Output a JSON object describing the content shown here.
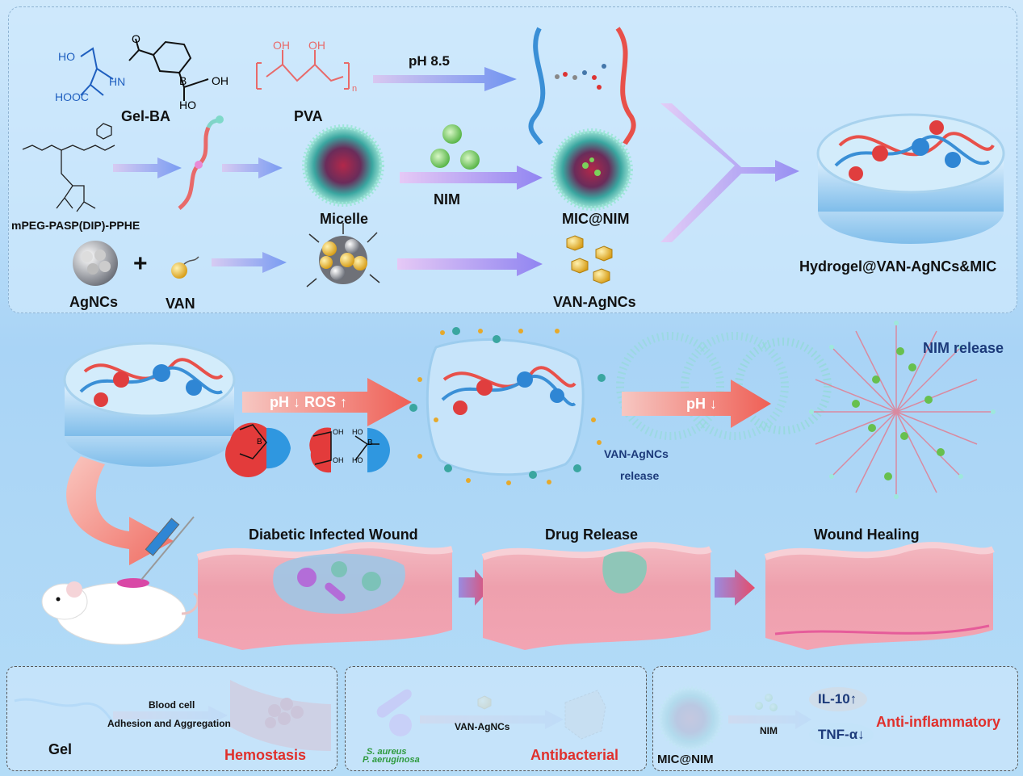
{
  "top": {
    "gelba": {
      "label": "Gel-BA",
      "ho": "HO",
      "hn": "HN",
      "o": "O",
      "b": "B",
      "oh1": "OH",
      "oh2": "HO",
      "hooc": "HOOC"
    },
    "pva": {
      "label": "PVA",
      "oh1": "OH",
      "oh2": "OH",
      "n": "n"
    },
    "ph_label": "pH 8.5",
    "mpeg_label": "mPEG-PASP(DIP)-PPHE",
    "micelle_label": "Micelle",
    "nim_label": "NIM",
    "micnim_label": "MIC@NIM",
    "agncs_label": "AgNCs",
    "plus": "+",
    "van_label": "VAN",
    "vanagncs_label": "VAN-AgNCs",
    "hydrogel_label": "Hydrogel@VAN-AgNCs&MIC"
  },
  "middle": {
    "arrow1_label": "pH ↓ ROS ↑",
    "arrow2_label": "pH ↓",
    "oh_a": "OH",
    "oh_b": "OH",
    "ho_a": "HO",
    "ho_b": "HO",
    "b1": "B",
    "b2": "B",
    "vanagncs_release_1": "VAN-AgNCs",
    "vanagncs_release_2": "release",
    "nim_release": "NIM release"
  },
  "skin": {
    "stage1": "Diabetic Infected Wound",
    "stage2": "Drug Release",
    "stage3": "Wound Healing"
  },
  "boxes": {
    "hemo": {
      "arrow_top": "Blood cell",
      "arrow_bottom": "Adhesion and Aggregation",
      "gel": "Gel",
      "result": "Hemostasis"
    },
    "anti": {
      "arrow_label": "VAN-AgNCs",
      "bact1": "S. aureus",
      "bact2": "P. aeruginosa",
      "result": "Antibacterial"
    },
    "inflam": {
      "micnim": "MIC@NIM",
      "arrow_label": "NIM",
      "il10": "IL-10↑",
      "tnf": "TNF-α↓",
      "result": "Anti-inflammatory"
    }
  }
}
